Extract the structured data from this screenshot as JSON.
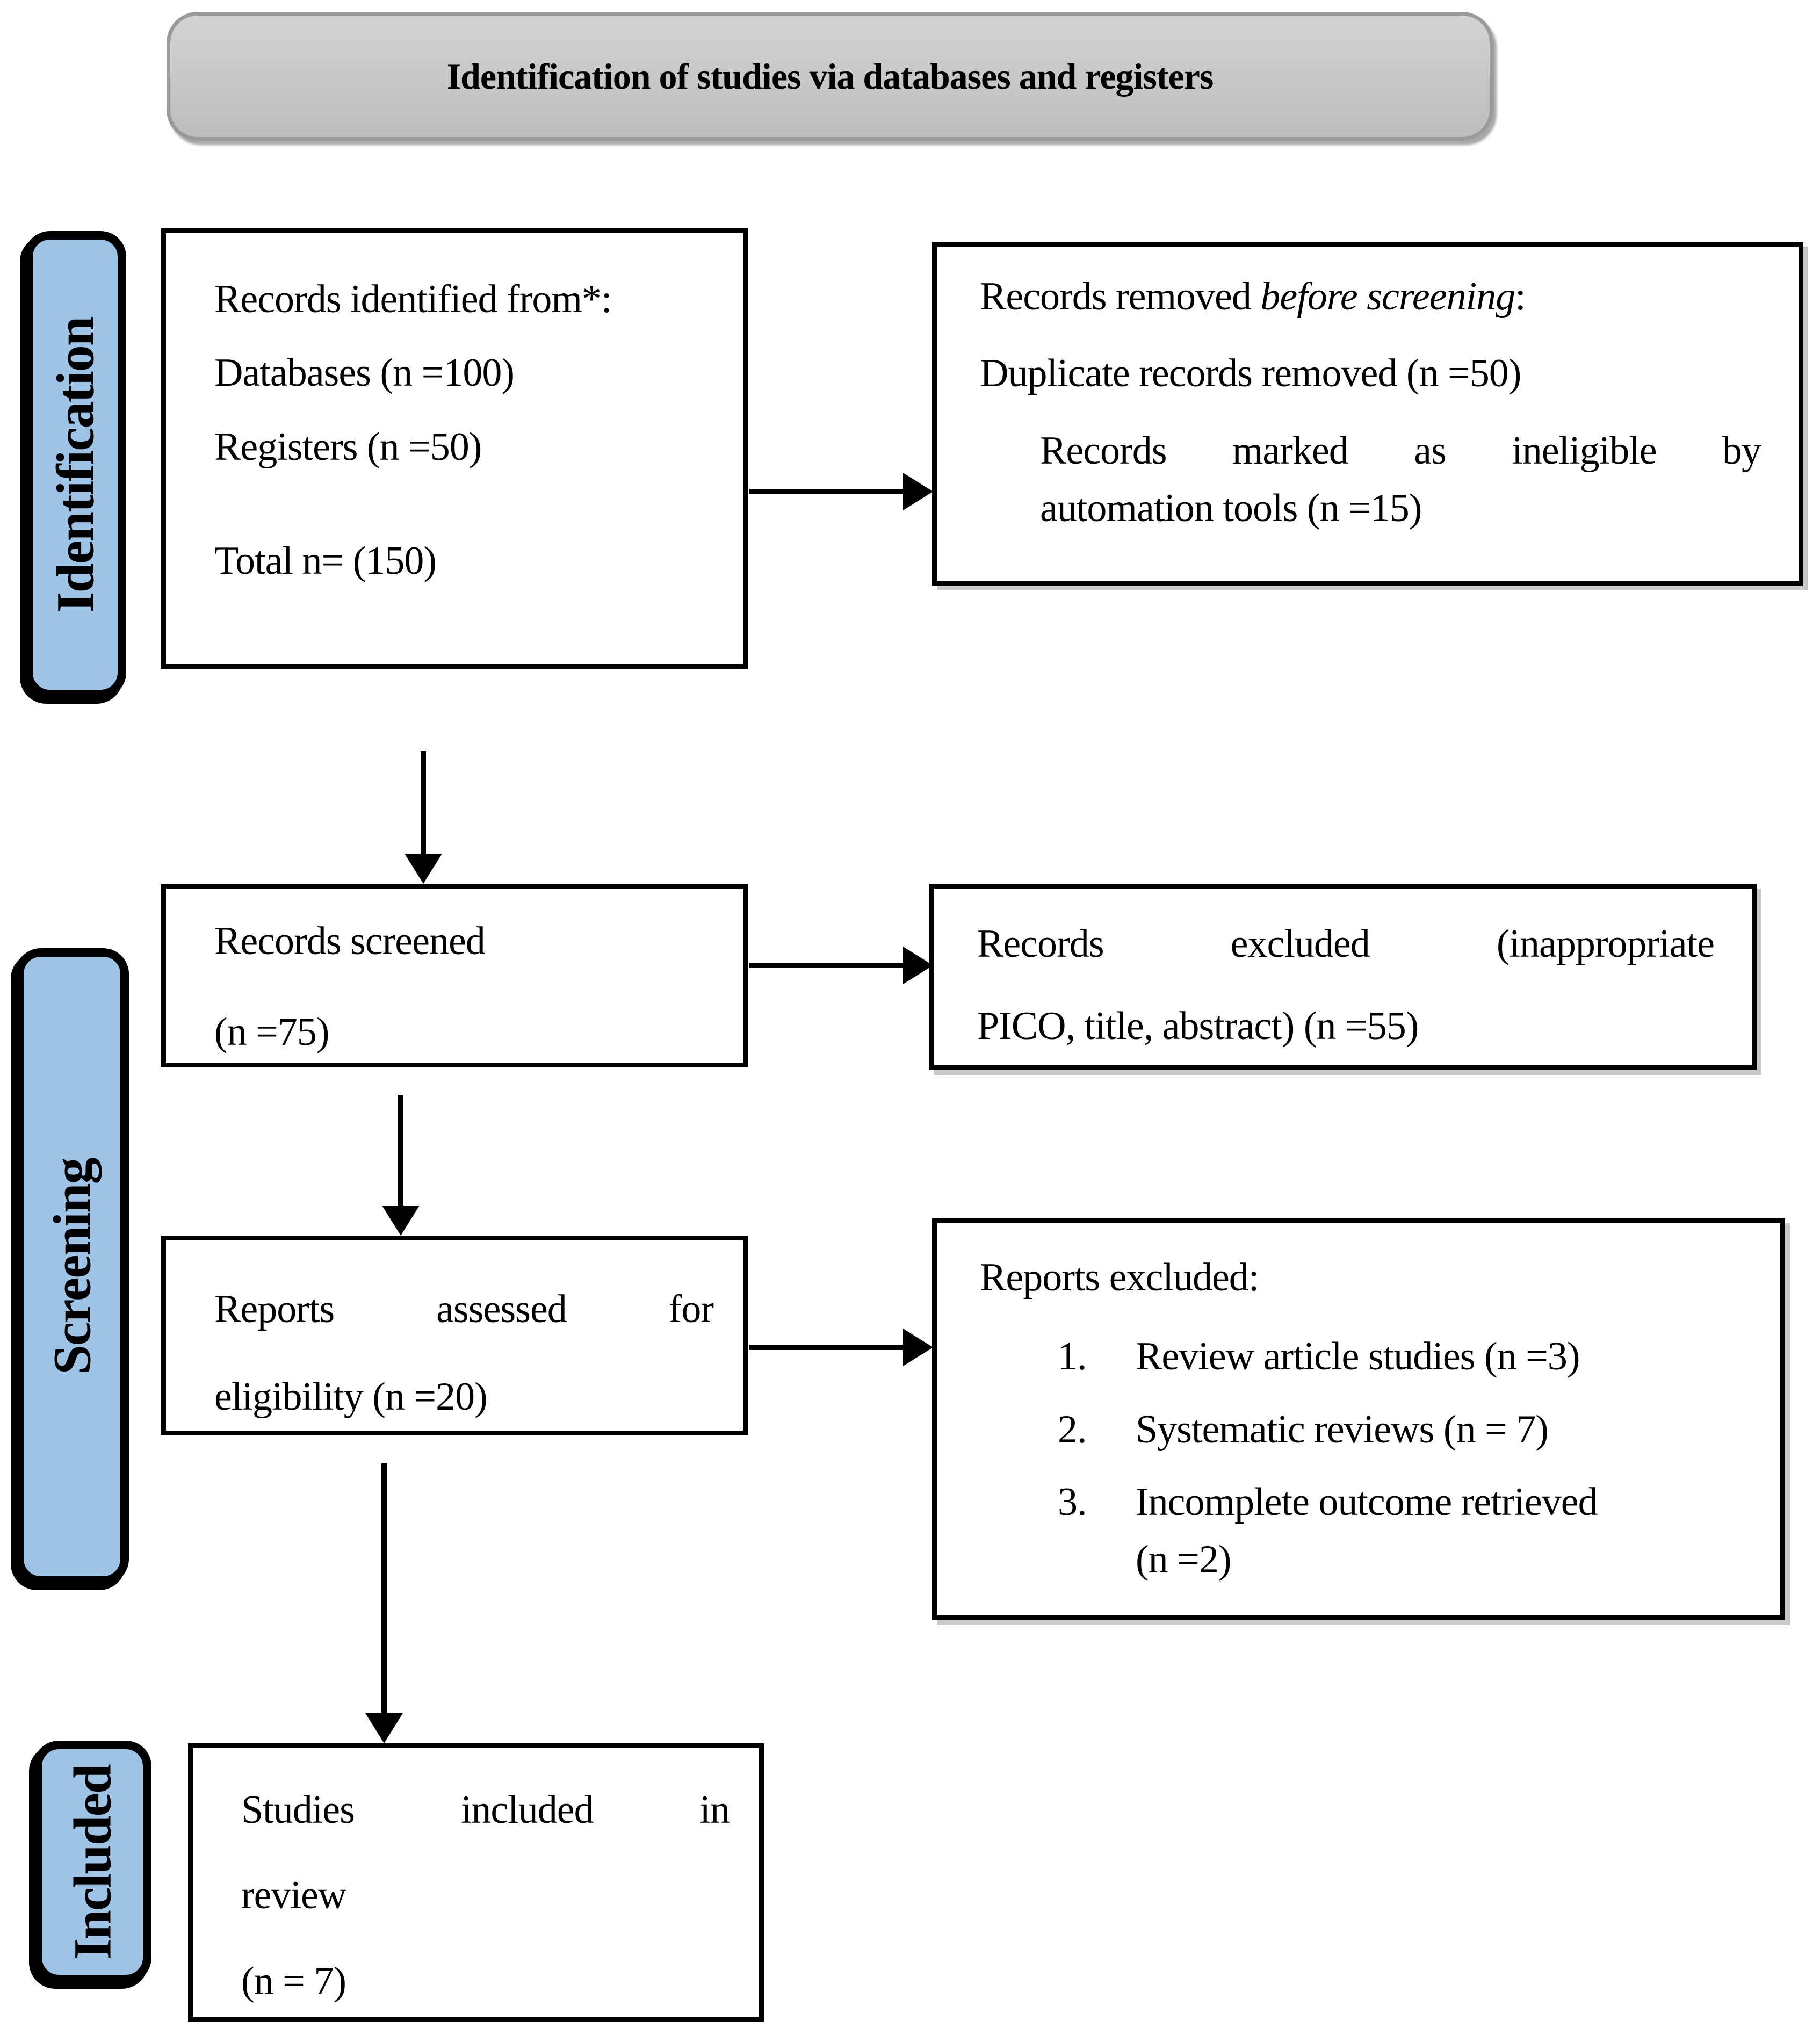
{
  "title": "Identification of studies via databases and registers",
  "sidebar": {
    "identification": "Identification",
    "screening": "Screening",
    "included": "Included"
  },
  "boxes": {
    "records_identified": {
      "heading": "Records identified from*:",
      "item_databases": "Databases (n =100)",
      "item_registers": "Registers (n =50)",
      "total": "Total n= (150)"
    },
    "records_removed": {
      "lead": "Records removed ",
      "lead_italic": "before screening",
      "lead_colon": ":",
      "item_duplicates": "Duplicate records removed (n =50)",
      "item_ineligible_line1": "Records marked as ineligible by",
      "item_ineligible_line2": "automation tools (n =15)"
    },
    "records_screened": {
      "line1": "Records screened",
      "line2": "(n =75)"
    },
    "records_excluded": {
      "line1": "Records excluded (inappropriate",
      "line2": "PICO, title, abstract) (n =55)"
    },
    "reports_assessed": {
      "line1": "Reports assessed for",
      "line2": "eligibility (n =20)"
    },
    "reports_excluded": {
      "heading": "Reports excluded:",
      "items": [
        {
          "num": "1.",
          "text": "Review article studies (n =3)"
        },
        {
          "num": "2.",
          "text": "Systematic reviews (n = 7)"
        },
        {
          "num": "3.",
          "text": "Incomplete outcome retrieved",
          "text2": "(n =2)"
        }
      ]
    },
    "studies_included": {
      "line1": "Studies included in",
      "line2": "review",
      "line3": "(n = 7)"
    }
  },
  "colors": {
    "sidebar_fill": "#9DC3E7",
    "sidebar_border": "#000000",
    "title_fill_top": "#D3D3D3",
    "title_fill_bottom": "#BDBDBD",
    "title_border": "#9A9A9A",
    "box_border": "#000000",
    "arrow": "#000000",
    "text": "#000000"
  }
}
